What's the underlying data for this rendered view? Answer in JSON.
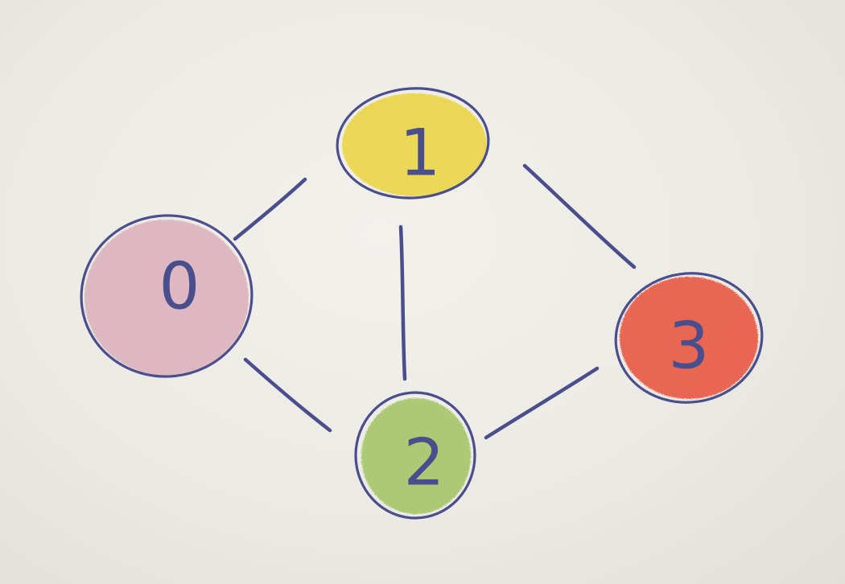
{
  "ink_color": "#4a4e8c",
  "nodes": [
    {
      "label": "0",
      "fill": "#d9a9b7"
    },
    {
      "label": "1",
      "fill": "#ead43e"
    },
    {
      "label": "2",
      "fill": "#9cc25a"
    },
    {
      "label": "3",
      "fill": "#e8553f"
    }
  ],
  "edges": [
    {
      "from": "0",
      "to": "1"
    },
    {
      "from": "1",
      "to": "2"
    },
    {
      "from": "1",
      "to": "3"
    },
    {
      "from": "0",
      "to": "2"
    },
    {
      "from": "2",
      "to": "3"
    }
  ]
}
